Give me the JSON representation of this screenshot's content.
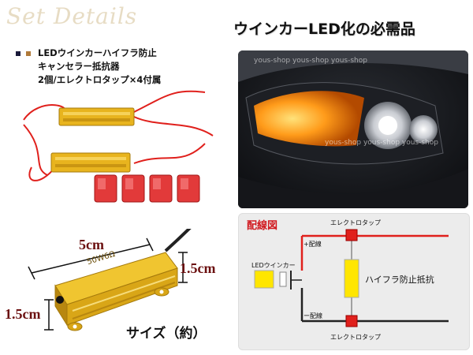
{
  "header": {
    "set_details": "Set Details",
    "title": "ウインカーLED化の必需品"
  },
  "description": {
    "line1": "LEDウインカーハイフラ防止",
    "line2": "キャンセラー抵抗器",
    "line3": "2個/エレクトロタップ×4付属"
  },
  "product": {
    "resistor_marking": "50W6Ω"
  },
  "dimensions": {
    "length": "5cm",
    "height": "1.5cm",
    "width": "1.5cm",
    "size_label": "サイズ（約）"
  },
  "photo": {
    "watermark": "yous-shop yous-shop yous-shop"
  },
  "diagram": {
    "title": "配線図",
    "electrotap_top": "エレクトロタップ",
    "electrotap_bottom": "エレクトロタップ",
    "plus_wire": "+配線",
    "minus_wire": "ー配線",
    "led_winker": "LEDウインカー",
    "resistor": "ハイフラ防止抵抗"
  },
  "colors": {
    "red_wire": "#e0201c",
    "gold": "#e8b41e",
    "led_yellow": "#ffe600"
  }
}
